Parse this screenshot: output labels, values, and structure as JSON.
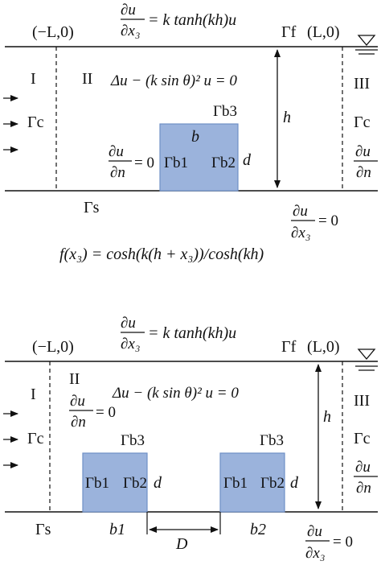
{
  "colors": {
    "line": "#111111",
    "obstacle_fill": "#9bb3dc",
    "obstacle_stroke": "#6f8fc6"
  },
  "panel1": {
    "free_surface_bc": {
      "num": "∂u",
      "den": "∂x₃",
      "rhs": "= k tanh(kh)u"
    },
    "left_point": "(−L,0)",
    "right_point": "(L,0)",
    "gamma_f": "Γf",
    "region_1": "I",
    "region_2": "II",
    "region_3": "III",
    "helmholtz": "Δu − (k sin θ)² u = 0",
    "gamma_c_left": "Γc",
    "gamma_c_right": "Γc",
    "gamma_b3": "Γb3",
    "b_label": "b",
    "h_label": "h",
    "d_label": "d",
    "normal_bc": {
      "num": "∂u",
      "den": "∂n",
      "rhs": "= 0"
    },
    "right_bc": {
      "num": "∂u",
      "den": "∂n"
    },
    "gamma_b1": "Γb1",
    "gamma_b2": "Γb2",
    "gamma_s": "Γs",
    "bottom_bc": {
      "num": "∂u",
      "den": "∂x₃",
      "rhs": "= 0"
    },
    "vertical_profile": "f(x₃) = cosh(k(h + x₃))/cosh(kh)"
  },
  "panel2": {
    "free_surface_bc": {
      "num": "∂u",
      "den": "∂x₃",
      "rhs": "= k tanh(kh)u"
    },
    "left_point": "(−L,0)",
    "right_point": "(L,0)",
    "gamma_f": "Γf",
    "region_1": "I",
    "region_2": "II",
    "region_3": "III",
    "helmholtz": "Δu − (k sin θ)² u = 0",
    "normal_bc": {
      "num": "∂u",
      "den": "∂n",
      "rhs": "= 0"
    },
    "h_label": "h",
    "gamma_c_left": "Γc",
    "gamma_c_right": "Γc",
    "left_gamma_b3": "Γb3",
    "right_gamma_b3": "Γb3",
    "left_gamma_b1": "Γb1",
    "left_gamma_b2": "Γb2",
    "left_d": "d",
    "right_gamma_b1": "Γb1",
    "right_gamma_b2": "Γb2",
    "right_d": "d",
    "right_bc": {
      "num": "∂u",
      "den": "∂n"
    },
    "gamma_s": "Γs",
    "b1_label": "b1",
    "b2_label": "b2",
    "D_label": "D",
    "bottom_bc": {
      "num": "∂u",
      "den": "∂x₃",
      "rhs": "= 0"
    }
  }
}
